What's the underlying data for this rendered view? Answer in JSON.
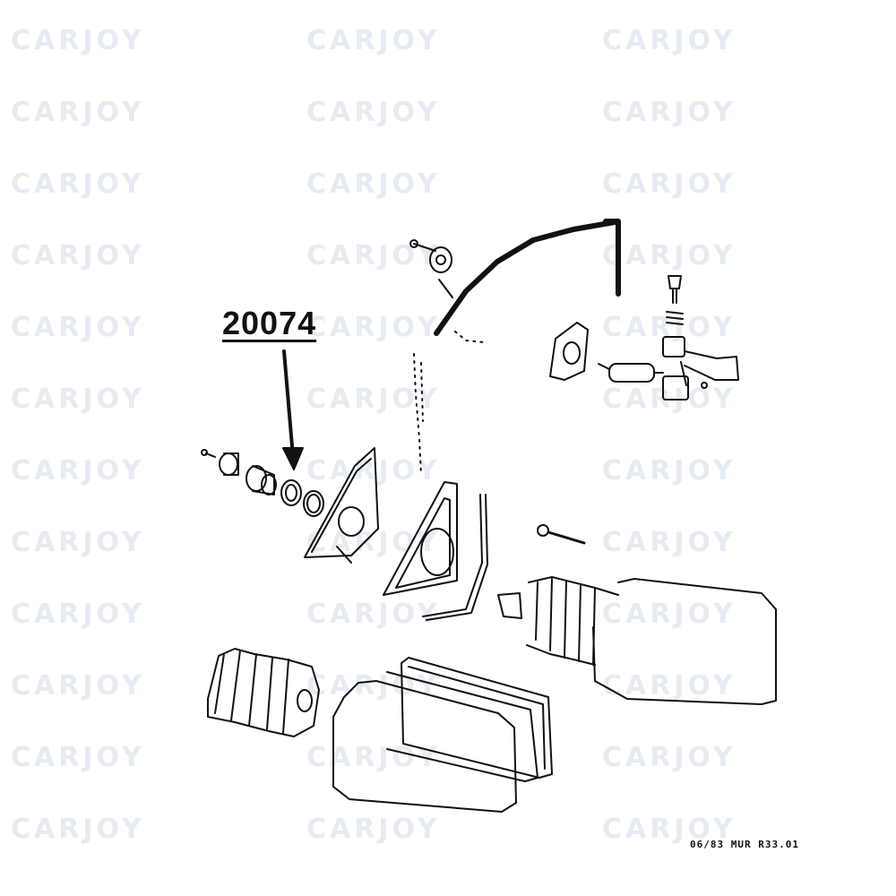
{
  "watermark": {
    "text": "CARJOY"
  },
  "callout": {
    "part_number": "20074"
  },
  "footer": {
    "reference_code": "06/83 MUR R33.01"
  },
  "colors": {
    "ink": "#111111",
    "watermark": "#e6ebf2",
    "background": "#ffffff"
  }
}
